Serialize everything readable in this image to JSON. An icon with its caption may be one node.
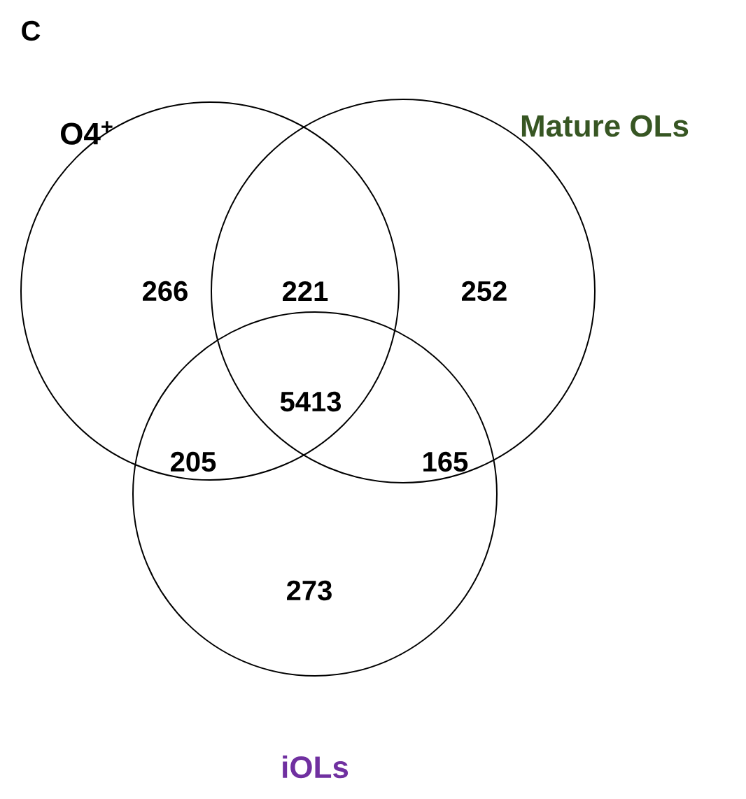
{
  "diagram": {
    "nodes": [
      {
        "text": [
          "O4$^{+}$"
        ]
      },
      {
        "text": [
          "Mature OLs"
        ]
      },
      {
        "text": [
          "iOLs"
        ]
      }
    ],
    "labels": [
      "C",
      "266",
      "221",
      "252",
      "5413",
      "205",
      "165",
      "273"
    ]
  }
}
